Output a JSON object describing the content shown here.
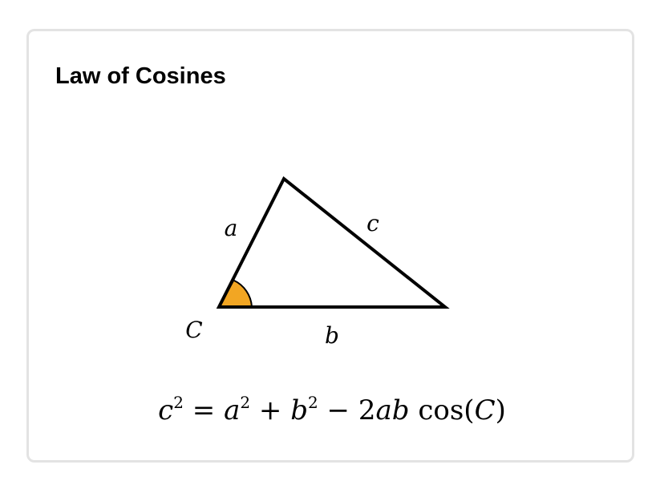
{
  "title": "Law of Cosines",
  "labels": {
    "side_a": "a",
    "side_b": "b",
    "side_c": "c",
    "angle_C": "C"
  },
  "colors": {
    "angle_fill": "#f2a623",
    "stroke": "#000000",
    "card_border": "#e3e3e3"
  },
  "formula": {
    "lhs_var": "c",
    "lhs_exp": "2",
    "eq": "=",
    "a_var": "a",
    "a_exp": "2",
    "plus": "+",
    "b_var": "b",
    "b_exp": "2",
    "minus": "−",
    "coef": "2",
    "ab": "ab",
    "fn": "cos",
    "open": "(",
    "arg": "C",
    "close": ")"
  }
}
